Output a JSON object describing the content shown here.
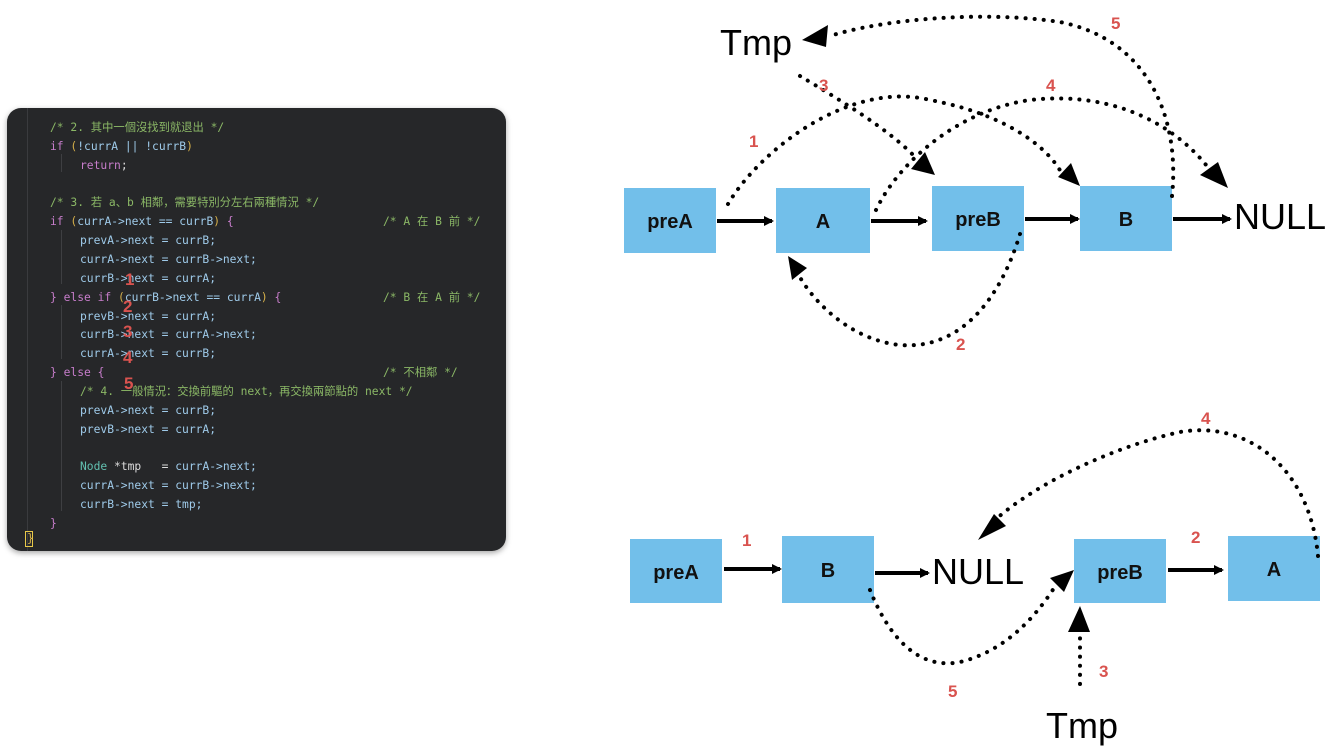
{
  "code": {
    "lines": [
      {
        "tokens": [
          {
            "c": "comment",
            "t": "/* 2. 其中一個沒找到就退出 */"
          }
        ]
      },
      {
        "tokens": [
          {
            "c": "kw",
            "t": "if"
          },
          {
            "c": "plain",
            "t": " "
          },
          {
            "c": "paren",
            "t": "("
          },
          {
            "c": "field",
            "t": "!currA || !currB"
          },
          {
            "c": "paren",
            "t": ")"
          }
        ]
      },
      {
        "indent": 1,
        "tokens": [
          {
            "c": "kw",
            "t": "return"
          },
          {
            "c": "plain",
            "t": ";"
          }
        ]
      },
      {
        "tokens": []
      },
      {
        "tokens": [
          {
            "c": "comment",
            "t": "/* 3. 若 a、b 相鄰，需要特別分左右兩種情況 */"
          }
        ]
      },
      {
        "tokens": [
          {
            "c": "kw",
            "t": "if"
          },
          {
            "c": "plain",
            "t": " "
          },
          {
            "c": "paren",
            "t": "("
          },
          {
            "c": "field",
            "t": "currA->next == currB"
          },
          {
            "c": "paren",
            "t": ")"
          },
          {
            "c": "plain",
            "t": " "
          },
          {
            "c": "kw",
            "t": "{"
          }
        ],
        "right": "/* A 在 B 前 */"
      },
      {
        "indent": 1,
        "tokens": [
          {
            "c": "field",
            "t": "prevA->next = currB;"
          }
        ]
      },
      {
        "indent": 1,
        "tokens": [
          {
            "c": "field",
            "t": "currA->next = currB->next;"
          }
        ]
      },
      {
        "indent": 1,
        "tokens": [
          {
            "c": "field",
            "t": "currB->next = currA;"
          }
        ]
      },
      {
        "tokens": [
          {
            "c": "kw",
            "t": "}"
          },
          {
            "c": "plain",
            "t": " "
          },
          {
            "c": "kw",
            "t": "else if"
          },
          {
            "c": "plain",
            "t": " "
          },
          {
            "c": "paren",
            "t": "("
          },
          {
            "c": "field",
            "t": "currB->next == currA"
          },
          {
            "c": "paren",
            "t": ")"
          },
          {
            "c": "plain",
            "t": " "
          },
          {
            "c": "kw",
            "t": "{"
          }
        ],
        "right": "/* B 在 A 前 */"
      },
      {
        "indent": 1,
        "tokens": [
          {
            "c": "field",
            "t": "prevB->next = currA;"
          }
        ]
      },
      {
        "indent": 1,
        "tokens": [
          {
            "c": "field",
            "t": "currB->next = currA->next;"
          }
        ]
      },
      {
        "indent": 1,
        "tokens": [
          {
            "c": "field",
            "t": "currA->next = currB;"
          }
        ]
      },
      {
        "tokens": [
          {
            "c": "kw",
            "t": "}"
          },
          {
            "c": "plain",
            "t": " "
          },
          {
            "c": "kw",
            "t": "else"
          },
          {
            "c": "plain",
            "t": " "
          },
          {
            "c": "kw",
            "t": "{"
          }
        ],
        "right": "/* 不相鄰 */"
      },
      {
        "indent": 1,
        "tokens": [
          {
            "c": "comment",
            "t": "/* 4. 一般情況：交換前驅的 next，再交換兩節點的 next */"
          }
        ]
      },
      {
        "indent": 1,
        "tokens": [
          {
            "c": "field",
            "t": "prevA->next = currB;"
          }
        ]
      },
      {
        "indent": 1,
        "tokens": [
          {
            "c": "field",
            "t": "prevB->next = currA;"
          }
        ]
      },
      {
        "tokens": []
      },
      {
        "indent": 1,
        "tokens": [
          {
            "c": "type",
            "t": "Node"
          },
          {
            "c": "plain",
            "t": " *tmp   = "
          },
          {
            "c": "field",
            "t": "currA->next;"
          }
        ]
      },
      {
        "indent": 1,
        "tokens": [
          {
            "c": "field",
            "t": "currA->next = currB->next;"
          }
        ]
      },
      {
        "indent": 1,
        "tokens": [
          {
            "c": "field",
            "t": "currB->next = tmp;"
          }
        ]
      },
      {
        "tokens": [
          {
            "c": "kw",
            "t": "}"
          }
        ]
      }
    ],
    "closing_brace": "}",
    "overlay_numbers": [
      "1",
      "2",
      "3",
      "4",
      "5"
    ]
  },
  "diagram_top": {
    "nodes": [
      "preA",
      "A",
      "preB",
      "B"
    ],
    "null_label": "NULL",
    "tmp_label": "Tmp",
    "steps": [
      "1",
      "2",
      "3",
      "4",
      "5"
    ]
  },
  "diagram_bottom": {
    "nodes": [
      "preA",
      "B",
      "preB",
      "A"
    ],
    "null_label": "NULL",
    "tmp_label": "Tmp",
    "steps": [
      "1",
      "2",
      "3",
      "4",
      "5"
    ]
  },
  "colors": {
    "node_fill": "#72bfea",
    "step_red": "#d9534f",
    "editor_bg": "#262729"
  }
}
